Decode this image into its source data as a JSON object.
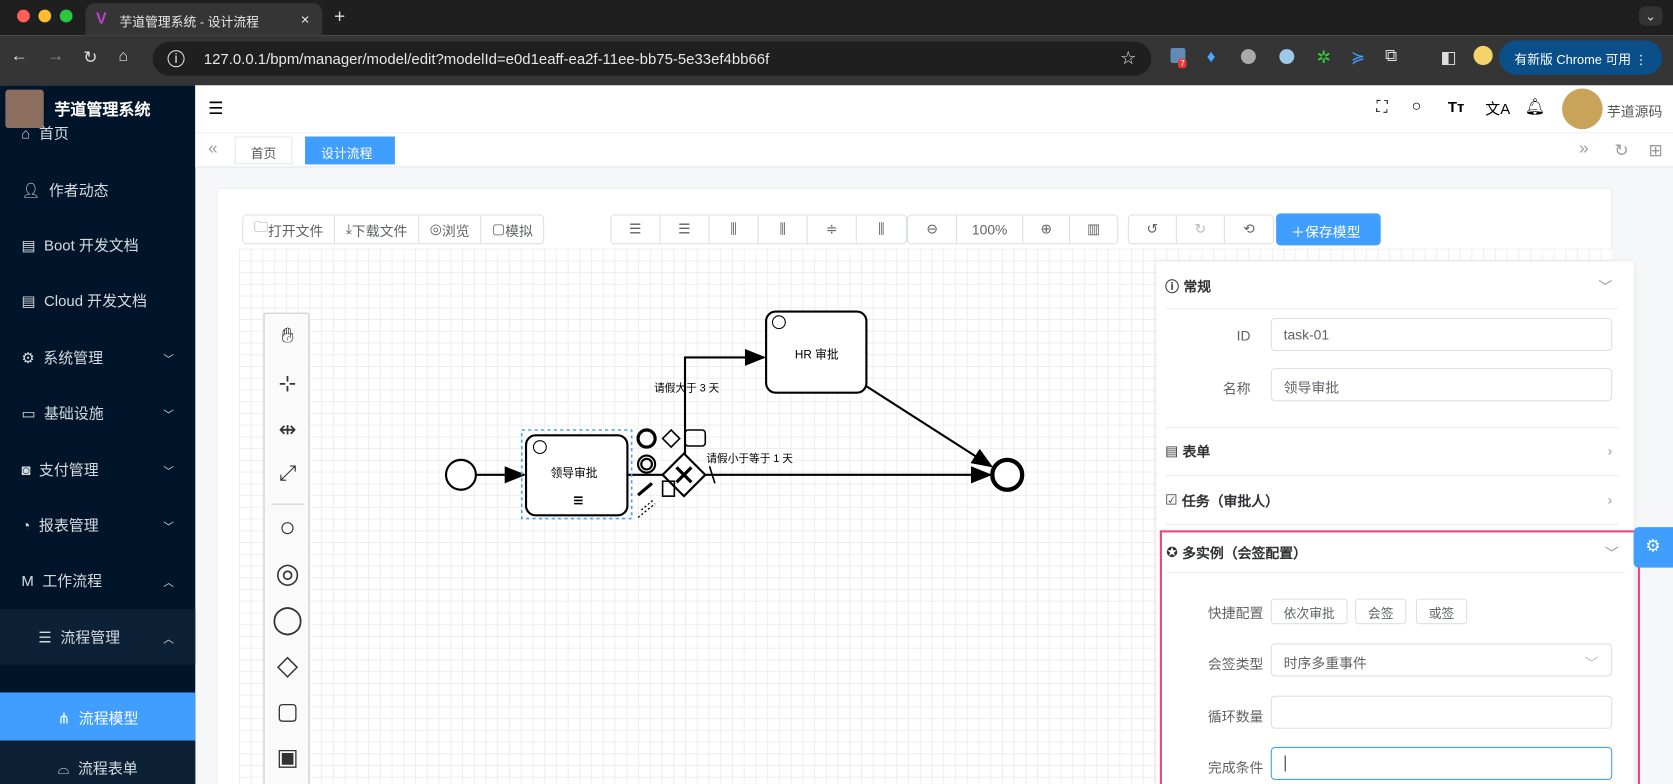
{
  "browser": {
    "tab_title": "芋道管理系统 - 设计流程",
    "url": "127.0.0.1/bpm/manager/model/edit?modelId=e0d1eaff-ea2f-11ee-bb75-5e33ef4bb66f",
    "update_button": "有新版 Chrome 可用",
    "extension_badge": "7"
  },
  "sidebar": {
    "title": "芋道管理系统",
    "items": [
      {
        "label": "首页",
        "icon": "home-icon"
      },
      {
        "label": "作者动态",
        "icon": "user-icon"
      },
      {
        "label": "Boot 开发文档",
        "icon": "document-icon"
      },
      {
        "label": "Cloud 开发文档",
        "icon": "document-icon"
      },
      {
        "label": "系统管理",
        "icon": "gear-icon"
      },
      {
        "label": "基础设施",
        "icon": "monitor-icon"
      },
      {
        "label": "支付管理",
        "icon": "payment-icon"
      },
      {
        "label": "报表管理",
        "icon": "chart-icon"
      },
      {
        "label": "工作流程",
        "icon": "workflow-icon"
      },
      {
        "label": "流程管理",
        "icon": "list-icon"
      },
      {
        "label": "流程模型",
        "icon": "model-icon",
        "active": true
      },
      {
        "label": "流程表单",
        "icon": "form-icon"
      }
    ]
  },
  "header": {
    "username": "芋道源码"
  },
  "tags": [
    {
      "label": "首页"
    },
    {
      "label": "设计流程",
      "active": true
    }
  ],
  "toolbar": {
    "open_file": "打开文件",
    "download_file": "下载文件",
    "preview": "浏览",
    "simulate": "模拟",
    "zoom": "100%",
    "save": "保存模型"
  },
  "diagram": {
    "task1": "领导审批",
    "task2": "HR 审批",
    "flow_gt3": "请假大于 3 天",
    "flow_le1": "请假小于等于 1 天"
  },
  "panel": {
    "general": {
      "title": "常规",
      "id_label": "ID",
      "id_value": "task-01",
      "name_label": "名称",
      "name_value": "领导审批"
    },
    "form": {
      "title": "表单"
    },
    "task": {
      "title": "任务（审批人）"
    },
    "multi": {
      "title": "多实例（会签配置）",
      "quick_label": "快捷配置",
      "quick_buttons": [
        "依次审批",
        "会签",
        "或签"
      ],
      "type_label": "会签类型",
      "type_value": "时序多重事件",
      "loop_label": "循环数量",
      "loop_value": "",
      "cond_label": "完成条件",
      "cond_value": ""
    }
  },
  "colors": {
    "primary": "#409eff",
    "highlight": "#f0457a",
    "sidebar_bg": "#001529"
  }
}
